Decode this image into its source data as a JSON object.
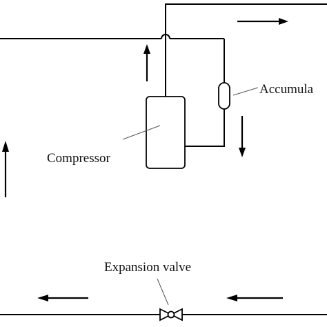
{
  "diagram": {
    "labels": {
      "accumulator": "Accumula",
      "compressor": "Compressor",
      "expansion_valve": "Expansion valve"
    },
    "flow_arrows": [
      {
        "id": "arrow-top-right",
        "direction": "right"
      },
      {
        "id": "arrow-compressor-up",
        "direction": "up"
      },
      {
        "id": "arrow-accumulator-down",
        "direction": "down"
      },
      {
        "id": "arrow-left-up",
        "direction": "up"
      },
      {
        "id": "arrow-bottom-left",
        "direction": "left"
      },
      {
        "id": "arrow-bottom-right",
        "direction": "left"
      }
    ],
    "colors": {
      "line": "#000000",
      "background": "#ffffff"
    }
  }
}
